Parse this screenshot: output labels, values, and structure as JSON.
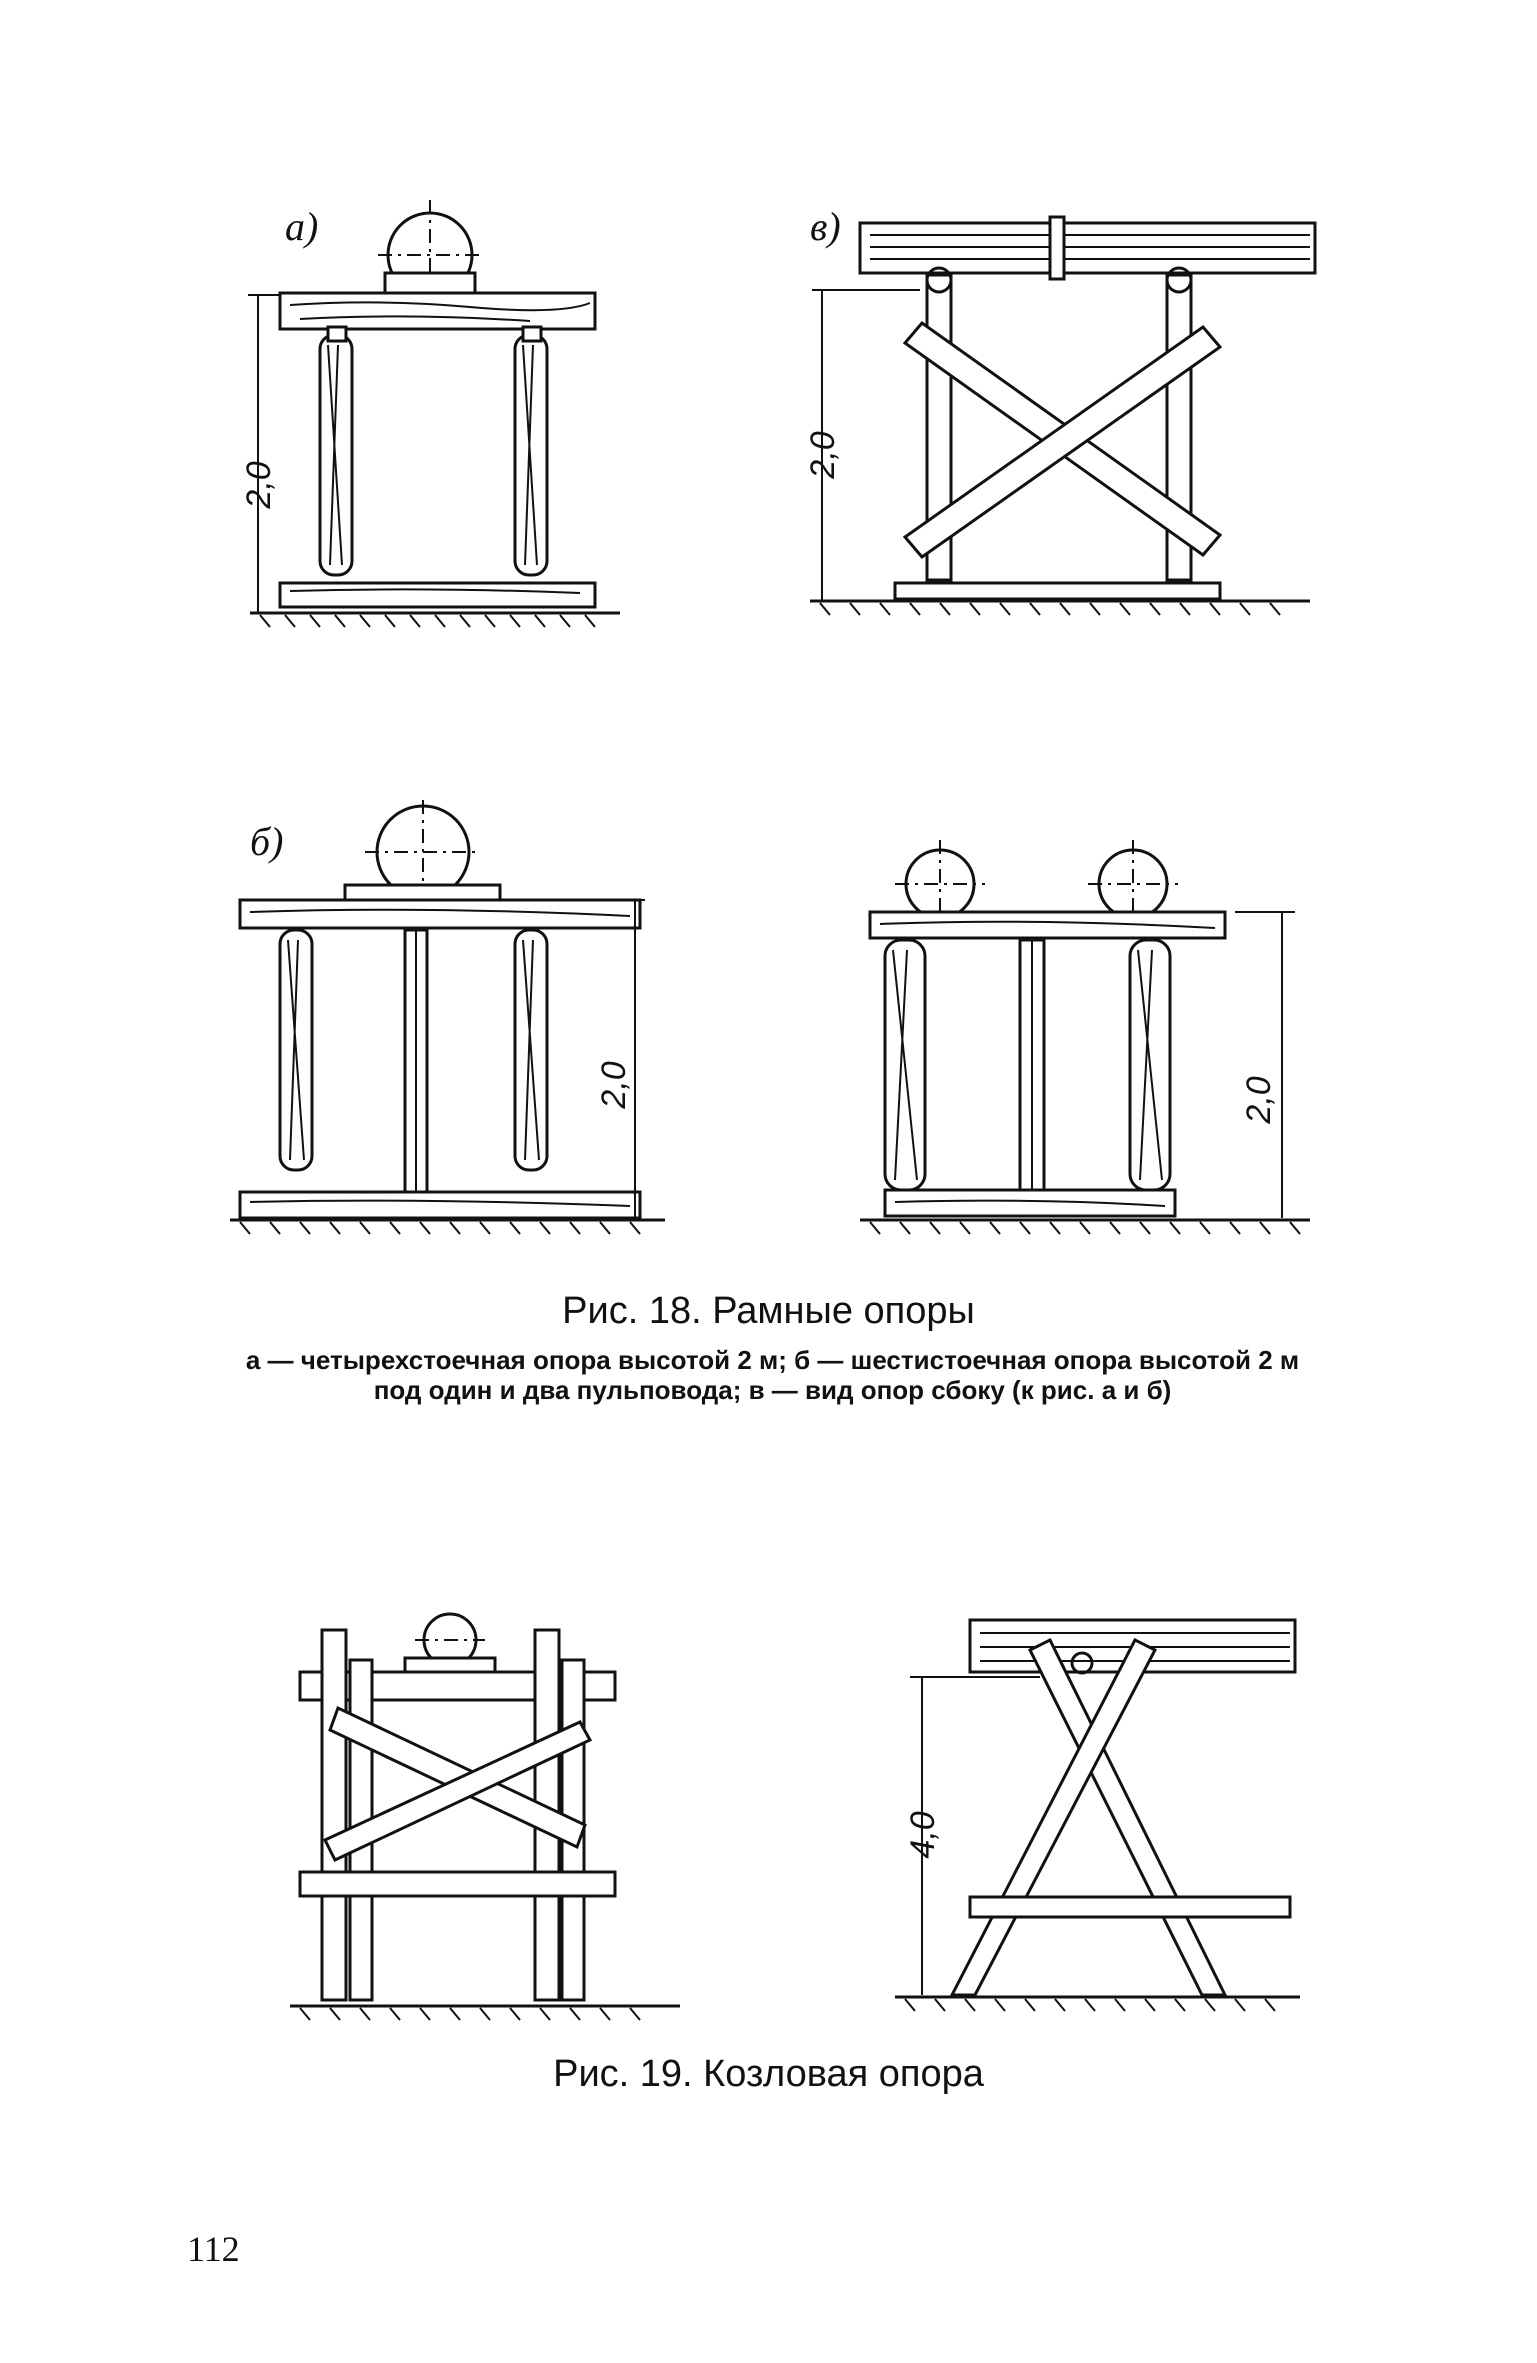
{
  "figure18": {
    "panel_labels": {
      "a": "а)",
      "b": "б)",
      "v": "в)"
    },
    "dimension": "2,0",
    "caption_title": "Рис. 18. Рамные опоры",
    "caption_text": "а — четырехстоечная опора высотой 2 м; б — шестистоечная опора высотой 2 м под один и два пульповода; в — вид опор сбоку (к рис. а и б)"
  },
  "figure19": {
    "dimension": "4,0",
    "caption_title": "Рис. 19. Козловая опора"
  },
  "page_number": "112"
}
